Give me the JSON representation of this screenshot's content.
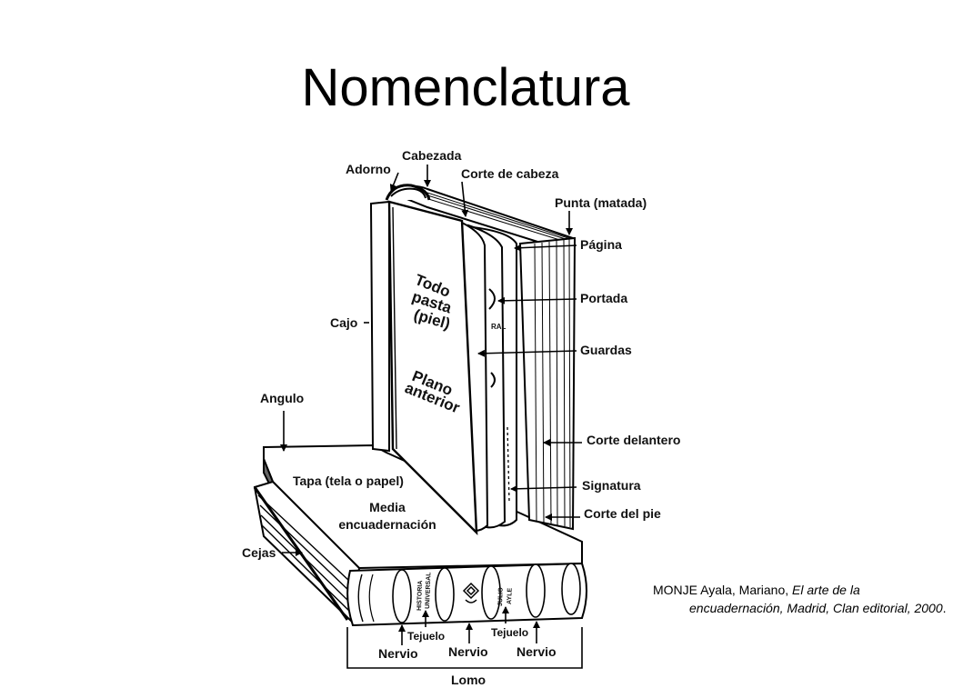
{
  "title": "Nomenclatura",
  "labels": {
    "adorno": "Adorno",
    "cabezada": "Cabezada",
    "corte_de_cabeza": "Corte de cabeza",
    "punta": "Punta (matada)",
    "pagina": "Página",
    "portada": "Portada",
    "guardas": "Guardas",
    "cajo": "Cajo",
    "angulo": "Angulo",
    "corte_delantero": "Corte delantero",
    "signatura": "Signatura",
    "corte_del_pie": "Corte del pie",
    "tapa": "Tapa (tela o papel)",
    "media_1": "Media",
    "media_2": "encuadernación",
    "cejas": "Cejas",
    "tejuelo_1": "Tejuelo",
    "tejuelo_2": "Tejuelo",
    "nervio_1": "Nervio",
    "nervio_2": "Nervio",
    "nervio_3": "Nervio",
    "lomo": "Lomo"
  },
  "cover_text": {
    "line1": "Todo",
    "line2": "pasta",
    "line3": "(piel)",
    "line4": "Plano",
    "line5": "anterior"
  },
  "page_fragment": "RAL",
  "spine_text": {
    "left_1": "HISTORIA",
    "left_2": "UNIVERSAL",
    "right_1": "JULIO",
    "right_2": "AYLE"
  },
  "citation": {
    "author": "MONJE Ayala, Mariano,",
    "title": "El arte de la encuadernación, Madrid, Clan editorial, 2000",
    "end": "."
  }
}
